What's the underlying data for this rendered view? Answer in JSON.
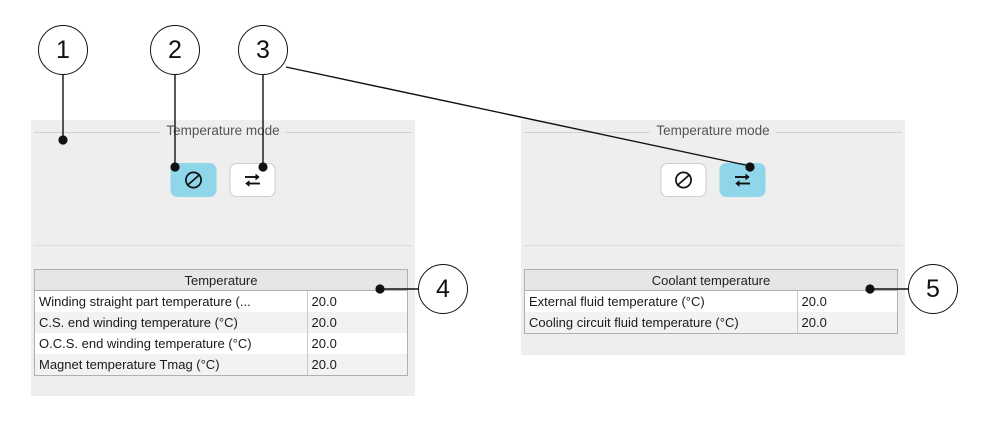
{
  "callouts": [
    {
      "id": "1",
      "label": "1"
    },
    {
      "id": "2",
      "label": "2"
    },
    {
      "id": "3",
      "label": "3"
    },
    {
      "id": "4",
      "label": "4"
    },
    {
      "id": "5",
      "label": "5"
    }
  ],
  "colors": {
    "selected_button": "#8fd6ea",
    "panel_background": "#eeeeee",
    "table_header": "#e6e6e6",
    "row_stripe": "#f2f2f2",
    "annotation": "#111111"
  },
  "left_panel": {
    "group_legend": "Temperature mode",
    "buttons": [
      {
        "icon": "diameter-icon",
        "selected": true
      },
      {
        "icon": "exchange-arrows-icon",
        "selected": false
      }
    ],
    "table": {
      "header": "Temperature",
      "rows": [
        {
          "label": "Winding straight part temperature (...",
          "value": "20.0"
        },
        {
          "label": "C.S. end winding temperature (°C)",
          "value": "20.0"
        },
        {
          "label": "O.C.S. end winding temperature (°C)",
          "value": "20.0"
        },
        {
          "label": "Magnet temperature Tmag (°C)",
          "value": "20.0"
        }
      ]
    }
  },
  "right_panel": {
    "group_legend": "Temperature mode",
    "buttons": [
      {
        "icon": "diameter-icon",
        "selected": false
      },
      {
        "icon": "exchange-arrows-icon",
        "selected": true
      }
    ],
    "table": {
      "header": "Coolant temperature",
      "rows": [
        {
          "label": "External fluid temperature (°C)",
          "value": "20.0"
        },
        {
          "label": "Cooling circuit fluid temperature (°C)",
          "value": "20.0"
        }
      ]
    }
  }
}
